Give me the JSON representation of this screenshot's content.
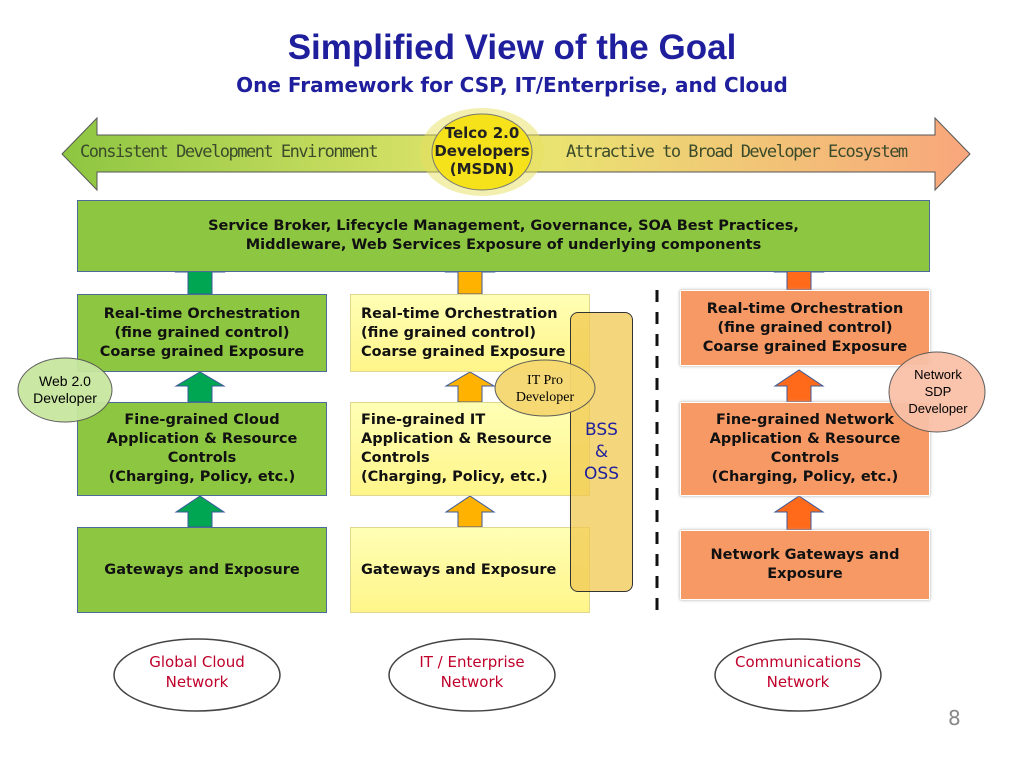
{
  "title": "Simplified View of the Goal",
  "subtitle": "One Framework for CSP, IT/Enterprise, and Cloud",
  "banner": {
    "left": "Consistent Development Environment",
    "right": "Attractive to Broad Developer Ecosystem",
    "center": "Telco 2.0\nDevelopers\n(MSDN)"
  },
  "top_box": "Service Broker, Lifecycle Management, Governance, SOA Best Practices,\nMiddleware, Web Services Exposure of underlying components",
  "columns": [
    {
      "orchestration": "Real-time Orchestration\n(fine grained control)\nCoarse grained Exposure",
      "controls": "Fine-grained Cloud\nApplication & Resource\nControls\n(Charging, Policy, etc.)",
      "gateways": "Gateways and Exposure",
      "network": "Global Cloud\nNetwork",
      "developer": "Web 2.0\nDeveloper"
    },
    {
      "orchestration": "Real-time Orchestration\n(fine grained control)\nCoarse grained Exposure",
      "controls": "Fine-grained IT\nApplication & Resource\nControls\n(Charging, Policy, etc.)",
      "gateways": "Gateways and Exposure",
      "network": "IT / Enterprise\nNetwork",
      "developer": "IT Pro\nDeveloper"
    },
    {
      "orchestration": "Real-time Orchestration\n(fine grained control)\nCoarse grained Exposure",
      "controls": "Fine-grained Network\nApplication & Resource\nControls\n(Charging, Policy, etc.)",
      "gateways": "Network Gateways and\nExposure",
      "network": "Communications\nNetwork",
      "developer": "Network\nSDP\nDeveloper"
    }
  ],
  "bss_oss": "BSS\n&\nOSS",
  "page_number": "8",
  "colors": {
    "title": "#1f1f9e",
    "green": "#8dc641",
    "yellow": "#fff58a",
    "orange": "#f79965"
  }
}
